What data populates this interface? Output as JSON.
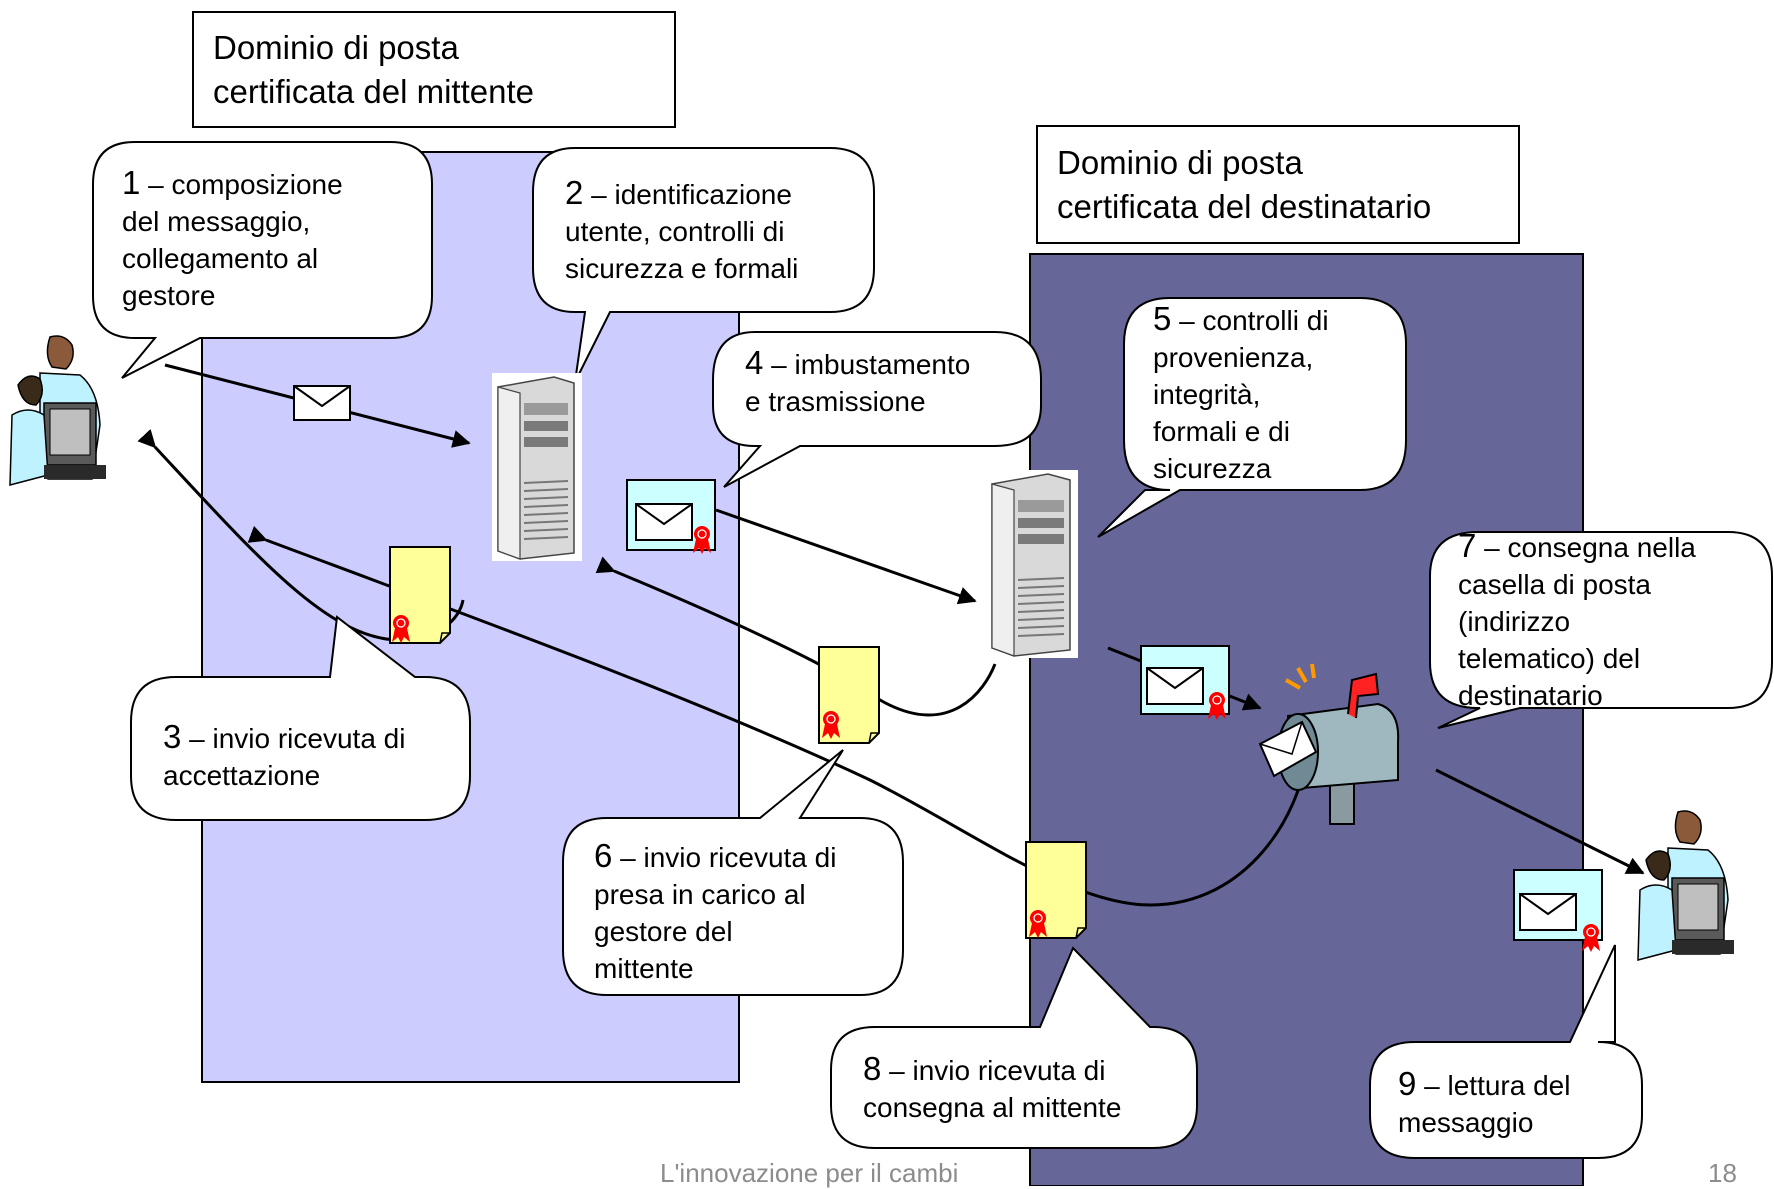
{
  "domains": {
    "sender": {
      "title": "Dominio di posta\ncertificata del mittente",
      "fill": "#ccccff"
    },
    "recipient": {
      "title": "Dominio di posta\ncertificata del destinatario",
      "fill": "#666699"
    }
  },
  "steps": [
    {
      "num": "1",
      "text": " – composizione\ndel messaggio,\ncollegamento al\ngestore"
    },
    {
      "num": "2",
      "text": " – identificazione\nutente, controlli di\nsicurezza e formali"
    },
    {
      "num": "3",
      "text": " – invio ricevuta di\naccettazione"
    },
    {
      "num": "4",
      "text": " – imbustamento\ne trasmissione"
    },
    {
      "num": "5",
      "text": " – controlli di\nprovenienza,\nintegrità,\nformali e di\nsicurezza"
    },
    {
      "num": "6",
      "text": " – invio ricevuta di\npresa in carico al\ngestore del\nmittente"
    },
    {
      "num": "7",
      "text": " – consegna nella\ncasella di posta\n(indirizzo\ntelematico) del\ndestinatario"
    },
    {
      "num": "8",
      "text": " – invio ricevuta di\nconsegna al mittente"
    },
    {
      "num": "9",
      "text": " – lettura del\nmessaggio"
    }
  ],
  "footer": {
    "text": "L'innovazione per il cambi",
    "page_number": "18"
  },
  "icons": {
    "person": "person-at-computer-icon",
    "server": "server-tower-icon",
    "envelope": "envelope-icon",
    "certified_envelope": "certified-envelope-icon",
    "receipt": "receipt-document-icon",
    "mailbox": "mailbox-icon"
  },
  "colors": {
    "receipt": "#ffff99",
    "envelope": "#ccffff",
    "seal": "#ff0000",
    "bubble_fill": "#ffffff",
    "flag": "#ff0000"
  }
}
